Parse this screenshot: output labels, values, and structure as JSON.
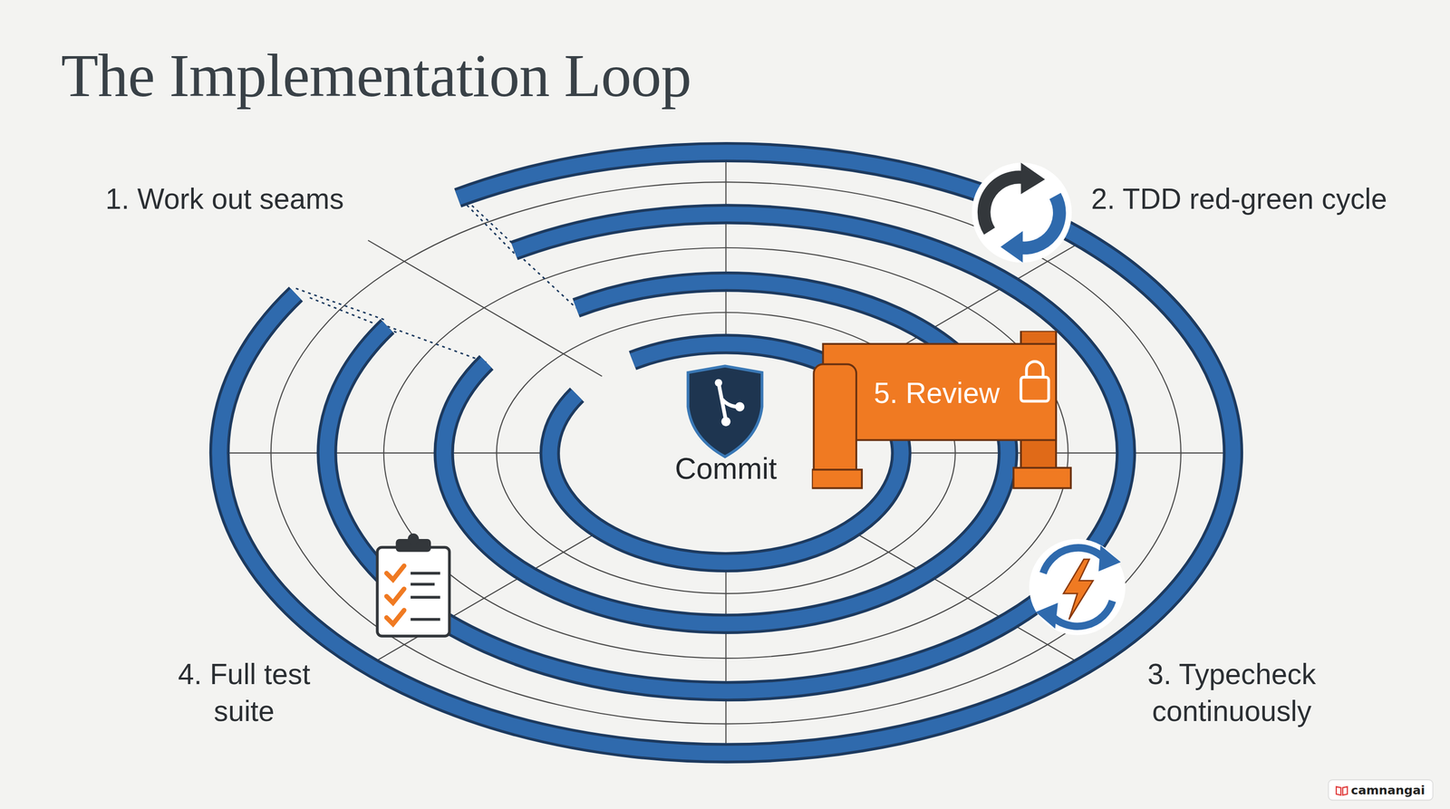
{
  "diagram": {
    "title": "The Implementation Loop",
    "nodes": [
      {
        "text": [
          "5. Review"
        ]
      },
      {
        "text": [
          "Commit"
        ]
      }
    ],
    "labels": [
      "1. Work out seams",
      "2. TDD red-green cycle",
      "3. Typecheck continuously",
      "4. Full test suite",
      "camnangai"
    ]
  }
}
